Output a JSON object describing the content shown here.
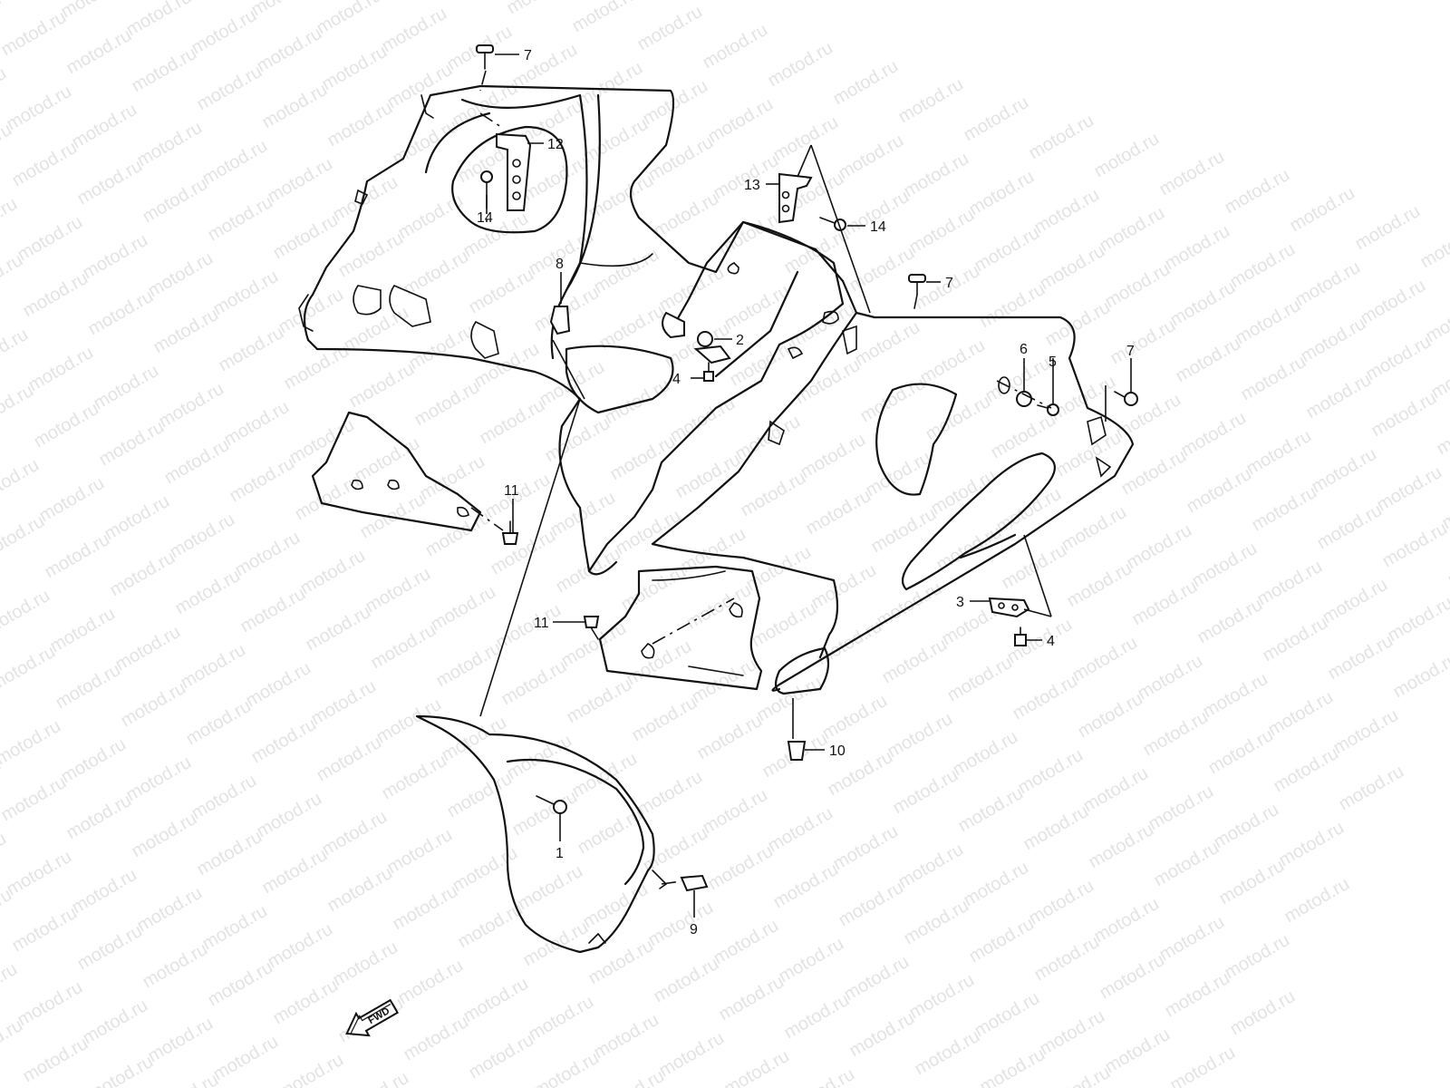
{
  "watermark": {
    "text": "motod.ru",
    "color": "#e3e3e3"
  },
  "direction_arrow": {
    "label": "FWD"
  },
  "callouts": [
    {
      "id": "c7a",
      "label": "7"
    },
    {
      "id": "c12",
      "label": "12"
    },
    {
      "id": "c14a",
      "label": "14"
    },
    {
      "id": "c13",
      "label": "13"
    },
    {
      "id": "c14b",
      "label": "14"
    },
    {
      "id": "c7b",
      "label": "7"
    },
    {
      "id": "c8",
      "label": "8"
    },
    {
      "id": "c2",
      "label": "2"
    },
    {
      "id": "c4a",
      "label": "4"
    },
    {
      "id": "c6",
      "label": "6"
    },
    {
      "id": "c5",
      "label": "5"
    },
    {
      "id": "c7c",
      "label": "7"
    },
    {
      "id": "c11a",
      "label": "11"
    },
    {
      "id": "c11b",
      "label": "11"
    },
    {
      "id": "c3",
      "label": "3"
    },
    {
      "id": "c4b",
      "label": "4"
    },
    {
      "id": "c10",
      "label": "10"
    },
    {
      "id": "c1",
      "label": "1"
    },
    {
      "id": "c9",
      "label": "9"
    }
  ]
}
